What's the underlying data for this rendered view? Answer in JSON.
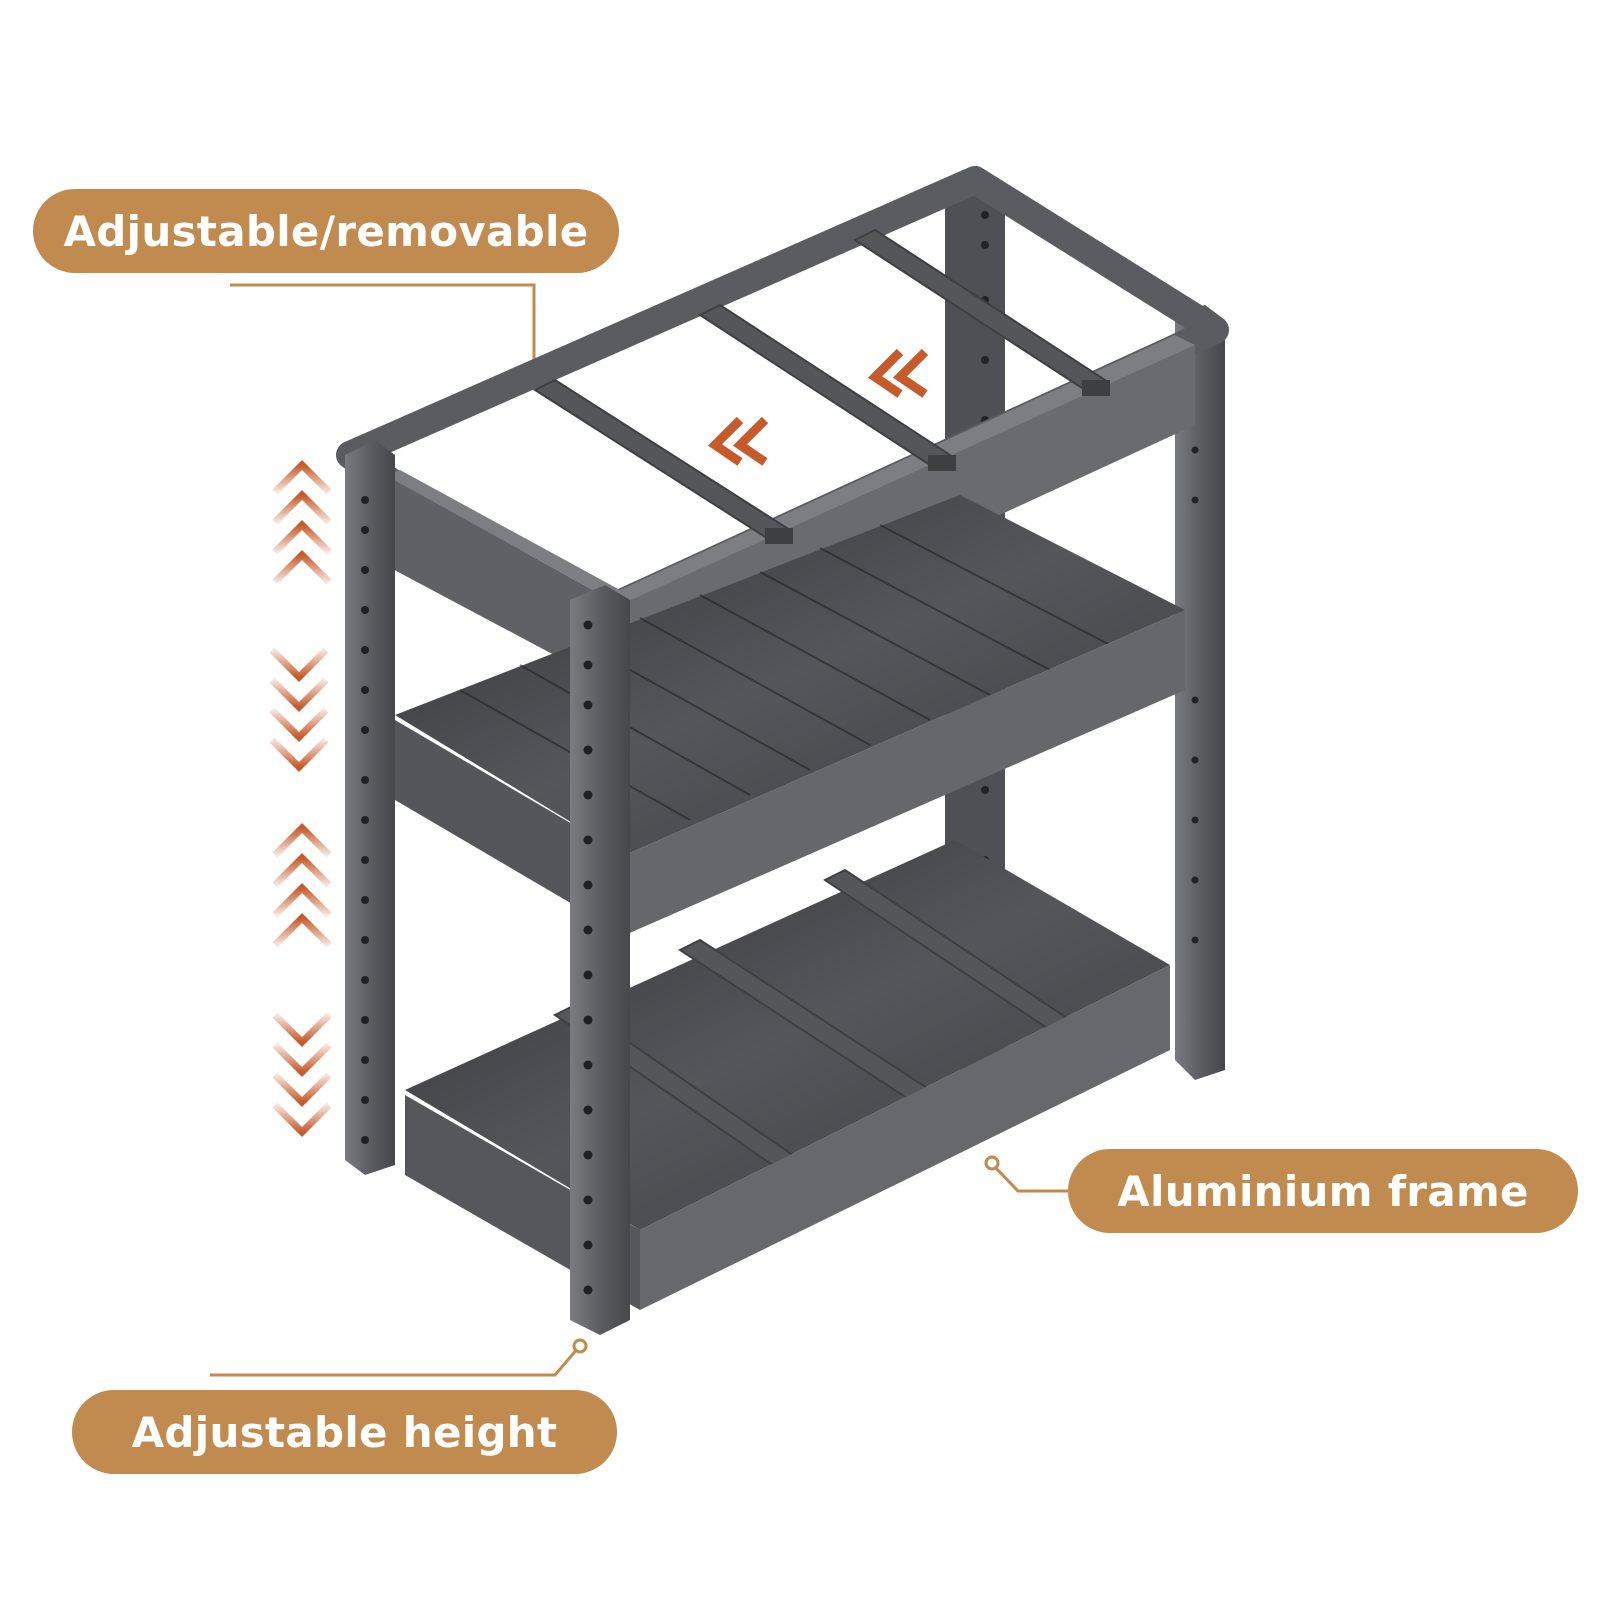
{
  "callouts": {
    "adjustable_removable": "Adjustable/removable",
    "aluminium_frame": "Aluminium frame",
    "adjustable_height": "Adjustable height"
  },
  "colors": {
    "callout_fill": "#c18a4e",
    "callout_text": "#ffffff",
    "leader_line": "#c18a4e",
    "arrow_accent": "#c75a2a",
    "frame_dark": "#4a4b4f",
    "frame_mid": "#606166",
    "frame_light": "#75767b",
    "shelf_tray": "#3f4044",
    "background": "#ffffff"
  },
  "icons": {
    "height_arrows": "double-chevron-up-down-icon",
    "slide_arrows": "double-chevron-left-icon"
  }
}
